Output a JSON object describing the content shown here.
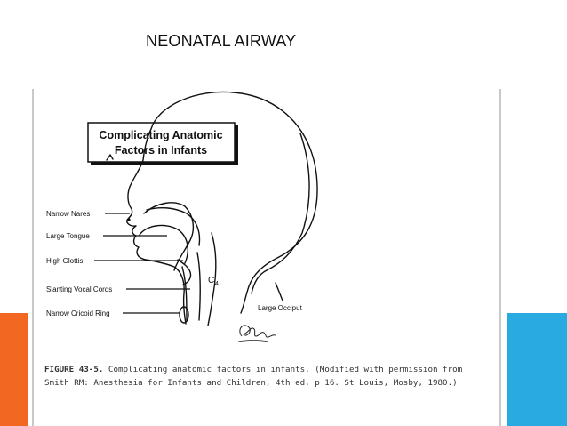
{
  "slide": {
    "title": "NEONATAL AIRWAY",
    "accent_left_color": "#f26722",
    "accent_right_color": "#29aae1"
  },
  "diagram": {
    "box_title_line1": "Complicating Anatomic",
    "box_title_line2": "Factors in Infants",
    "labels": {
      "nares": "Narrow Nares",
      "tongue": "Large Tongue",
      "glottis": "High Glottis",
      "vocal_cords": "Slanting Vocal Cords",
      "cricoid": "Narrow Cricoid Ring",
      "occiput": "Large Occiput",
      "vertebra_c": "C",
      "vertebra_sub": "4"
    }
  },
  "caption": {
    "figure_label": "FIGURE 43-5.",
    "line1_rest": " Complicating anatomic factors in infants. (Modified with permission from",
    "line2": "Smith RM: Anesthesia for Infants and Children, 4th ed, p 16. St Louis, Mosby, 1980.)"
  }
}
